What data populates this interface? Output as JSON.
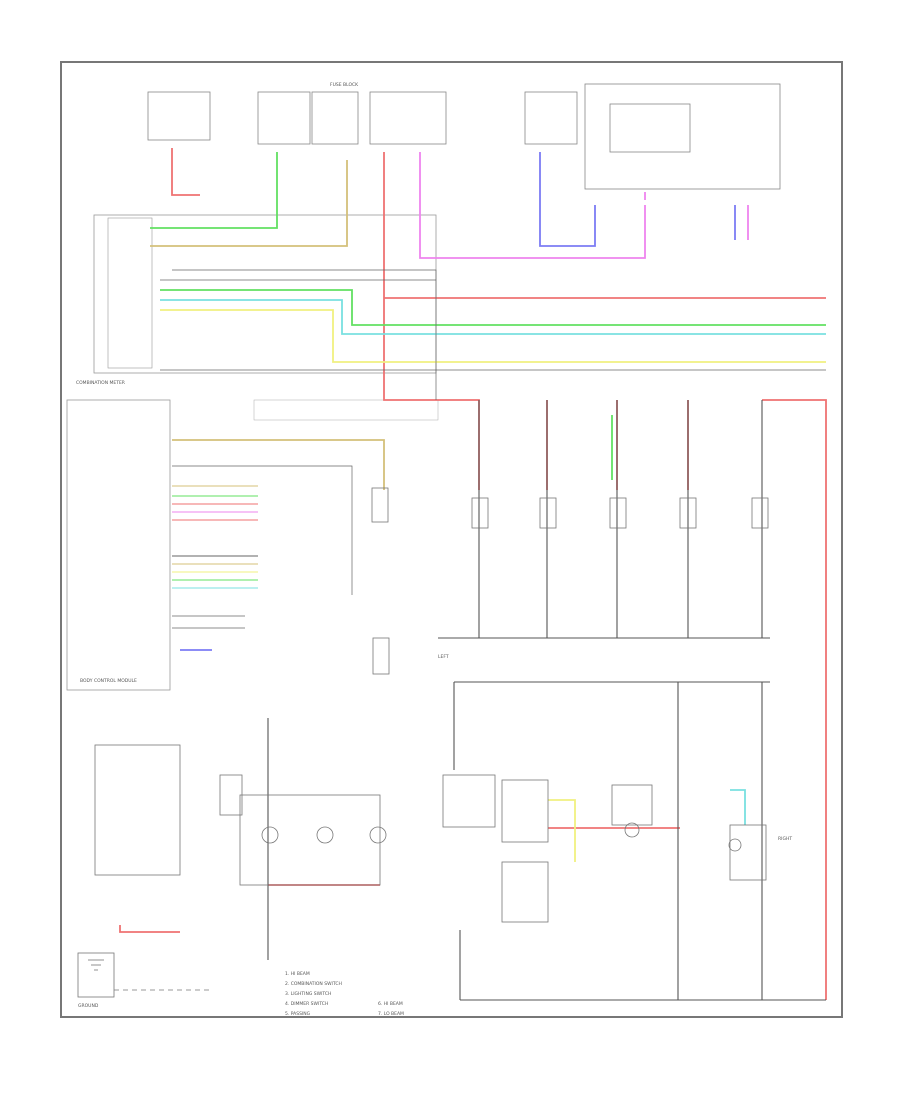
{
  "diagram": {
    "labels": {
      "meter": "COMBINATION METER",
      "bcm": "BODY CONTROL MODULE",
      "fuse_block": "FUSE BLOCK",
      "ground": "GROUND",
      "lamp_left": "LEFT",
      "lamp_right": "RIGHT"
    },
    "legend": [
      "1. HI BEAM",
      "2. COMBINATION SWITCH",
      "3. LIGHTING SWITCH",
      "4. DIMMER SWITCH",
      "5. PASSING",
      "6. HI BEAM",
      "7. LO BEAM"
    ],
    "wire_colors": {
      "red": "#ef7272",
      "pink": "#ee84ee",
      "green": "#62e062",
      "cyan": "#79e0e0",
      "yellow": "#f0f080",
      "tan": "#d4c07a",
      "blue": "#7c7cf4",
      "gray": "#666666"
    }
  }
}
